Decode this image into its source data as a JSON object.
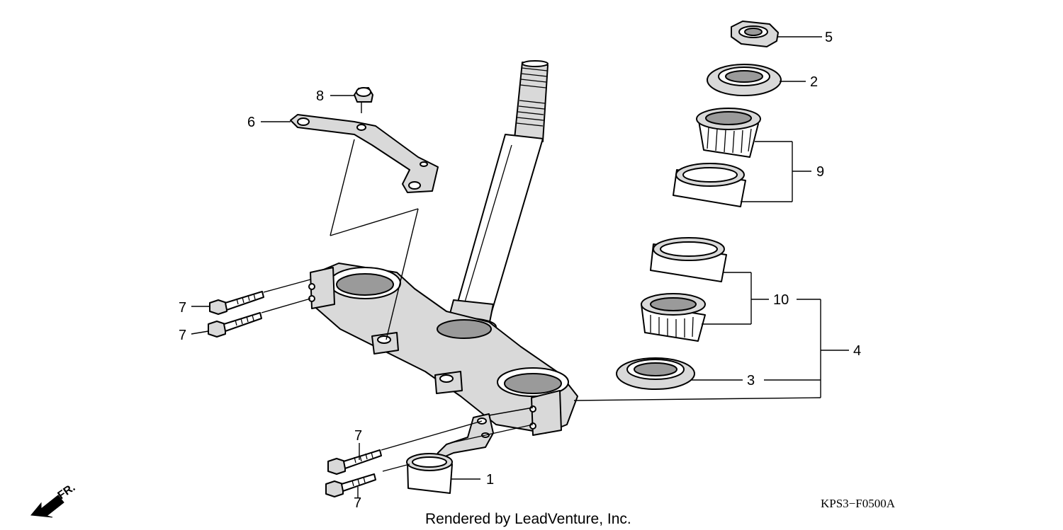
{
  "diagram": {
    "callouts": [
      "1",
      "2",
      "3",
      "4",
      "5",
      "6",
      "7",
      "7",
      "7",
      "7",
      "8",
      "9",
      "10"
    ],
    "direction_label": "FR.",
    "diagram_code": "KPS3−F0500A",
    "credit": "Rendered by LeadVenture, Inc."
  }
}
